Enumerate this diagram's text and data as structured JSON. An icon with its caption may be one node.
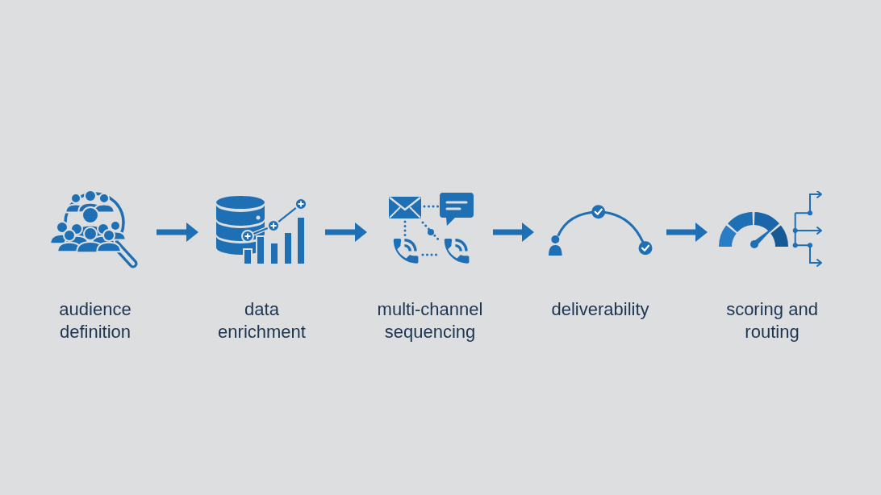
{
  "diagram": {
    "nodes": [
      {
        "text": [
          "audience definition"
        ]
      },
      {
        "text": [
          "data enrichment"
        ]
      },
      {
        "text": [
          "multi-channel sequencing"
        ]
      },
      {
        "text": [
          "deliverability"
        ]
      },
      {
        "text": [
          "scoring and routing"
        ]
      }
    ],
    "edges": [
      {
        "from": 0,
        "to": 1,
        "arrow": "to"
      },
      {
        "from": 1,
        "to": 2,
        "arrow": "to"
      },
      {
        "from": 2,
        "to": 3,
        "arrow": "to"
      },
      {
        "from": 3,
        "to": 4,
        "arrow": "to"
      }
    ]
  }
}
